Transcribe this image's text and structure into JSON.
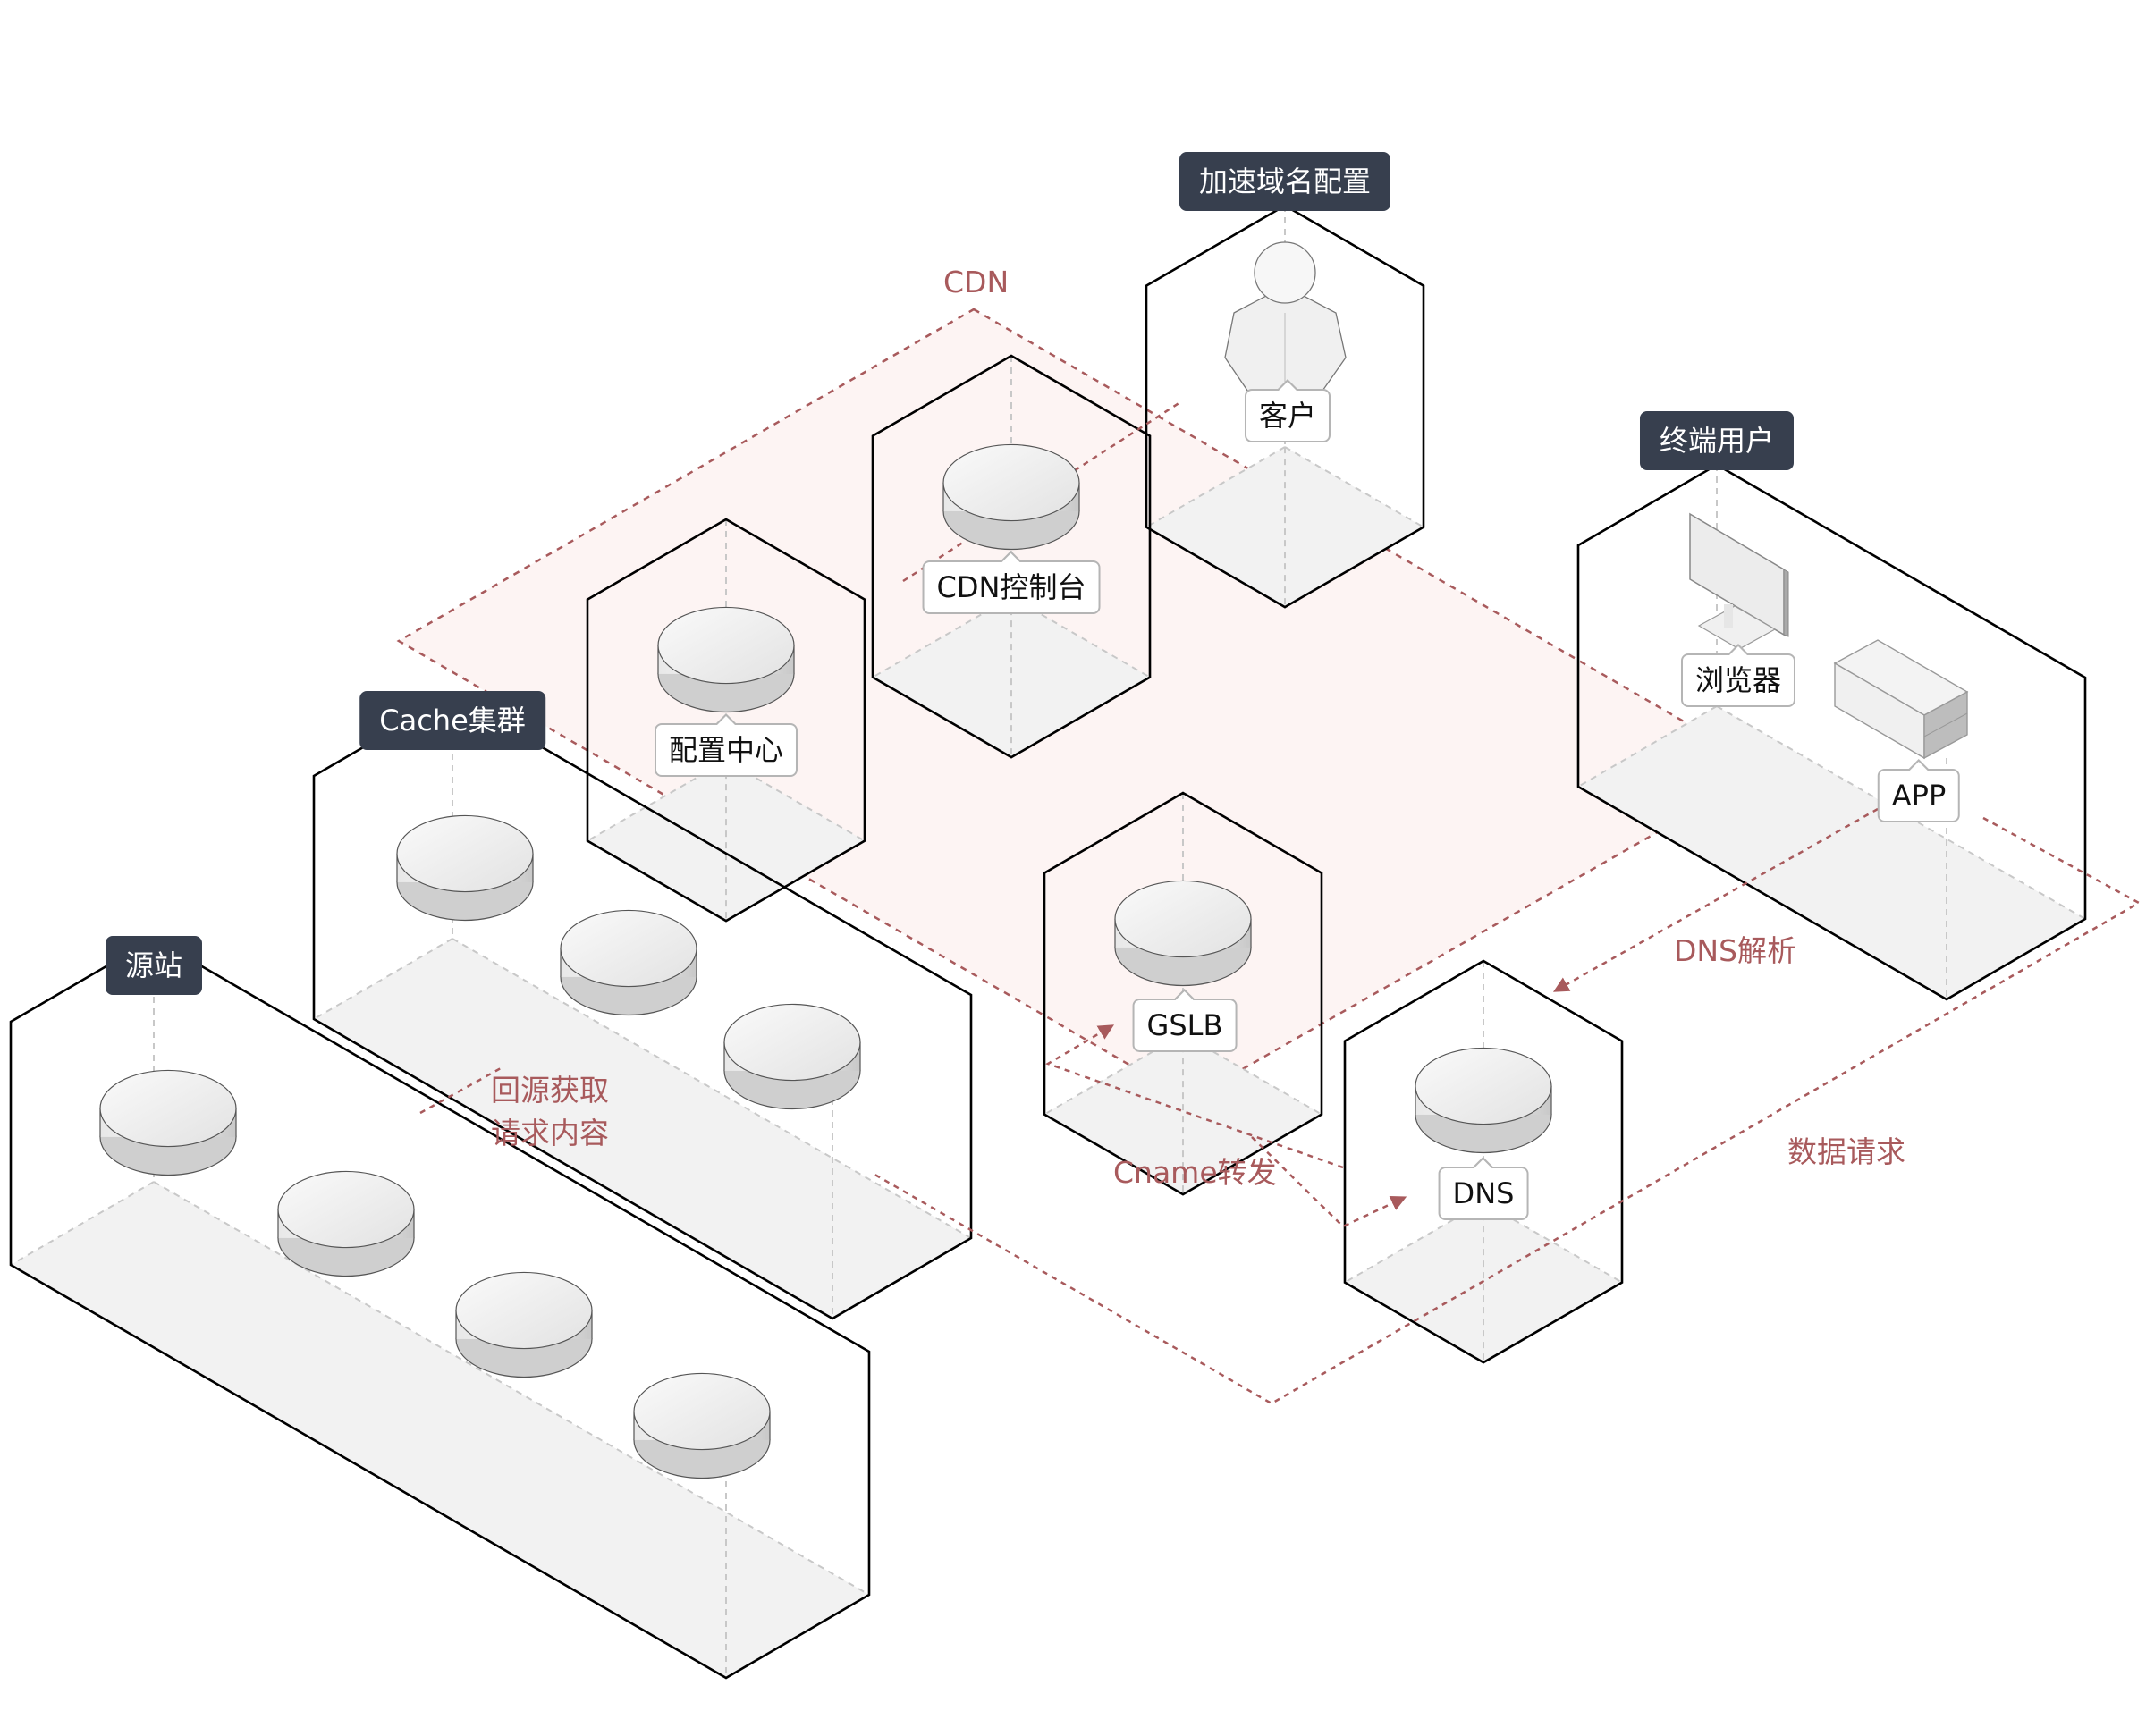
{
  "diagram": {
    "title": "CDN",
    "colors": {
      "group_tag_bg": "#373f4e",
      "flow": "#a85a5c",
      "cdn_zone_fill": "#fdf4f3",
      "box_stroke": "#000000",
      "floor_fill": "#f2f2f2"
    },
    "groups": {
      "customer_config": "加速域名配置",
      "end_user": "终端用户",
      "cache_cluster": "Cache集群",
      "origin": "源站"
    },
    "nodes": {
      "customer": "客户",
      "cdn_console": "CDN控制台",
      "config_center": "配置中心",
      "gslb": "GSLB",
      "dns": "DNS",
      "browser": "浏览器",
      "app": "APP"
    },
    "flows": {
      "dns_resolve": "DNS解析",
      "cname_forward": "Cname转发",
      "data_request": "数据请求",
      "origin_fetch_line1": "回源获取",
      "origin_fetch_line2": "请求内容"
    },
    "icons": {
      "customer": "user-figure-icon",
      "server": "server-disk-icon",
      "browser": "monitor-icon",
      "app": "mobile-device-icon"
    }
  }
}
